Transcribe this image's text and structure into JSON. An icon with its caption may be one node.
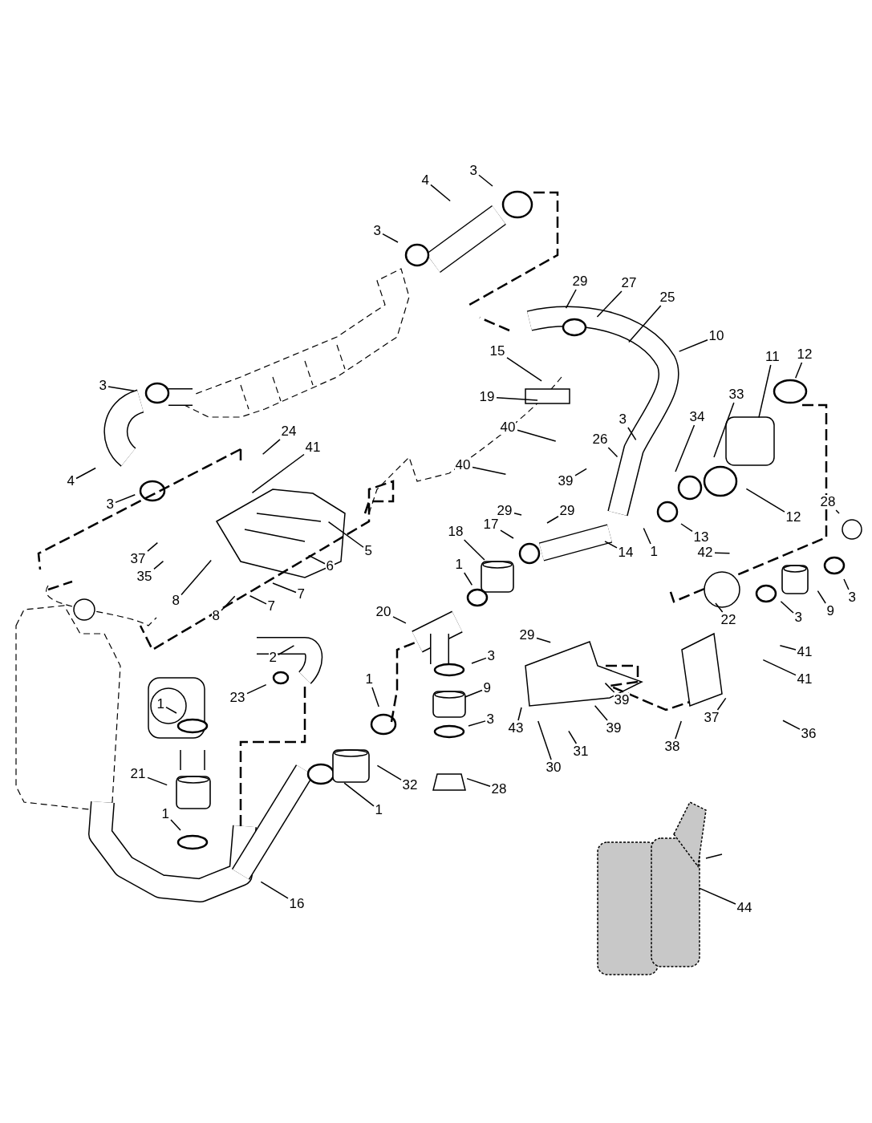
{
  "diagram": {
    "nodes": [
      {
        "text": [
          "3"
        ]
      },
      {
        "text": [
          "4"
        ]
      },
      {
        "text": [
          "3"
        ]
      },
      {
        "text": [
          "29"
        ]
      },
      {
        "text": [
          "27"
        ]
      },
      {
        "text": [
          "25"
        ]
      },
      {
        "text": [
          "10"
        ]
      },
      {
        "text": [
          "15"
        ]
      },
      {
        "text": [
          "19"
        ]
      },
      {
        "text": [
          "3"
        ]
      },
      {
        "text": [
          "24"
        ]
      },
      {
        "text": [
          "41"
        ]
      },
      {
        "text": [
          "40"
        ]
      },
      {
        "text": [
          "40"
        ]
      },
      {
        "text": [
          "39"
        ]
      },
      {
        "text": [
          "3"
        ]
      },
      {
        "text": [
          "26"
        ]
      },
      {
        "text": [
          "34"
        ]
      },
      {
        "text": [
          "33"
        ]
      },
      {
        "text": [
          "11"
        ]
      },
      {
        "text": [
          "12"
        ]
      },
      {
        "text": [
          "28"
        ]
      },
      {
        "text": [
          "4"
        ]
      },
      {
        "text": [
          "3"
        ]
      },
      {
        "text": [
          "37"
        ]
      },
      {
        "text": [
          "35"
        ]
      },
      {
        "text": [
          "8"
        ]
      },
      {
        "text": [
          "5"
        ]
      },
      {
        "text": [
          "6"
        ]
      },
      {
        "text": [
          "8"
        ]
      },
      {
        "text": [
          "7"
        ]
      },
      {
        "text": [
          "7"
        ]
      },
      {
        "text": [
          "13"
        ]
      },
      {
        "text": [
          "1"
        ]
      },
      {
        "text": [
          "14"
        ]
      },
      {
        "text": [
          "29"
        ]
      },
      {
        "text": [
          "29"
        ]
      },
      {
        "text": [
          "18"
        ]
      },
      {
        "text": [
          "17"
        ]
      },
      {
        "text": [
          "1"
        ]
      },
      {
        "text": [
          "42"
        ]
      },
      {
        "text": [
          "12"
        ]
      },
      {
        "text": [
          "22"
        ]
      },
      {
        "text": [
          "3"
        ]
      },
      {
        "text": [
          "9"
        ]
      },
      {
        "text": [
          "3"
        ]
      },
      {
        "text": [
          "20"
        ]
      },
      {
        "text": [
          "29"
        ]
      },
      {
        "text": [
          "41"
        ]
      },
      {
        "text": [
          "41"
        ]
      },
      {
        "text": [
          "2"
        ]
      },
      {
        "text": [
          "23"
        ]
      },
      {
        "text": [
          "3"
        ]
      },
      {
        "text": [
          "9"
        ]
      },
      {
        "text": [
          "3"
        ]
      },
      {
        "text": [
          "1"
        ]
      },
      {
        "text": [
          "39"
        ]
      },
      {
        "text": [
          "39"
        ]
      },
      {
        "text": [
          "43"
        ]
      },
      {
        "text": [
          "31"
        ]
      },
      {
        "text": [
          "30"
        ]
      },
      {
        "text": [
          "38"
        ]
      },
      {
        "text": [
          "37"
        ]
      },
      {
        "text": [
          "36"
        ]
      },
      {
        "text": [
          "1"
        ]
      },
      {
        "text": [
          "21"
        ]
      },
      {
        "text": [
          "1"
        ]
      },
      {
        "text": [
          "32"
        ]
      },
      {
        "text": [
          "28"
        ]
      },
      {
        "text": [
          "1"
        ]
      },
      {
        "text": [
          "16"
        ]
      },
      {
        "text": [
          "44"
        ]
      }
    ],
    "edges": [
      {
        "from": 0,
        "to": null,
        "arrow": "none"
      },
      {
        "from": 1,
        "to": null,
        "arrow": "none"
      },
      {
        "from": 2,
        "to": null,
        "arrow": "none"
      },
      {
        "from": 3,
        "to": null,
        "arrow": "none"
      },
      {
        "from": 4,
        "to": null,
        "arrow": "none"
      },
      {
        "from": 5,
        "to": null,
        "arrow": "none"
      },
      {
        "from": 6,
        "to": null,
        "arrow": "none"
      },
      {
        "from": 7,
        "to": null,
        "arrow": "none"
      },
      {
        "from": 8,
        "to": null,
        "arrow": "none"
      },
      {
        "from": 9,
        "to": null,
        "arrow": "none"
      },
      {
        "from": 10,
        "to": null,
        "arrow": "none"
      },
      {
        "from": 11,
        "to": null,
        "arrow": "none"
      },
      {
        "from": 12,
        "to": null,
        "arrow": "none"
      },
      {
        "from": 13,
        "to": null,
        "arrow": "none"
      },
      {
        "from": 14,
        "to": null,
        "arrow": "none"
      },
      {
        "from": 15,
        "to": null,
        "arrow": "none"
      },
      {
        "from": 16,
        "to": null,
        "arrow": "none"
      },
      {
        "from": 17,
        "to": null,
        "arrow": "none"
      },
      {
        "from": 18,
        "to": null,
        "arrow": "none"
      },
      {
        "from": 19,
        "to": null,
        "arrow": "none"
      },
      {
        "from": 20,
        "to": null,
        "arrow": "none"
      },
      {
        "from": 21,
        "to": null,
        "arrow": "none"
      },
      {
        "from": 22,
        "to": null,
        "arrow": "none"
      },
      {
        "from": 23,
        "to": null,
        "arrow": "none"
      },
      {
        "from": 24,
        "to": null,
        "arrow": "none"
      },
      {
        "from": 25,
        "to": null,
        "arrow": "none"
      },
      {
        "from": 26,
        "to": null,
        "arrow": "none"
      },
      {
        "from": 27,
        "to": null,
        "arrow": "none"
      },
      {
        "from": 28,
        "to": null,
        "arrow": "none"
      },
      {
        "from": 29,
        "to": null,
        "arrow": "none"
      },
      {
        "from": 30,
        "to": null,
        "arrow": "none"
      },
      {
        "from": 31,
        "to": null,
        "arrow": "none"
      },
      {
        "from": 32,
        "to": null,
        "arrow": "none"
      },
      {
        "from": 33,
        "to": null,
        "arrow": "none"
      },
      {
        "from": 34,
        "to": null,
        "arrow": "none"
      },
      {
        "from": 35,
        "to": null,
        "arrow": "none"
      },
      {
        "from": 36,
        "to": null,
        "arrow": "none"
      },
      {
        "from": 37,
        "to": null,
        "arrow": "none"
      },
      {
        "from": 38,
        "to": null,
        "arrow": "none"
      },
      {
        "from": 39,
        "to": null,
        "arrow": "none"
      },
      {
        "from": 40,
        "to": null,
        "arrow": "none"
      },
      {
        "from": 41,
        "to": null,
        "arrow": "none"
      },
      {
        "from": 42,
        "to": null,
        "arrow": "none"
      },
      {
        "from": 43,
        "to": null,
        "arrow": "none"
      },
      {
        "from": 44,
        "to": null,
        "arrow": "none"
      },
      {
        "from": 45,
        "to": null,
        "arrow": "none"
      },
      {
        "from": 46,
        "to": null,
        "arrow": "none"
      },
      {
        "from": 47,
        "to": null,
        "arrow": "none"
      },
      {
        "from": 48,
        "to": null,
        "arrow": "none"
      },
      {
        "from": 49,
        "to": null,
        "arrow": "none"
      },
      {
        "from": 50,
        "to": null,
        "arrow": "none"
      },
      {
        "from": 51,
        "to": null,
        "arrow": "none"
      },
      {
        "from": 52,
        "to": null,
        "arrow": "none"
      },
      {
        "from": 53,
        "to": null,
        "arrow": "none"
      },
      {
        "from": 54,
        "to": null,
        "arrow": "none"
      },
      {
        "from": 55,
        "to": null,
        "arrow": "none"
      },
      {
        "from": 56,
        "to": null,
        "arrow": "none"
      },
      {
        "from": 57,
        "to": null,
        "arrow": "none"
      },
      {
        "from": 58,
        "to": null,
        "arrow": "none"
      },
      {
        "from": 59,
        "to": null,
        "arrow": "none"
      },
      {
        "from": 60,
        "to": null,
        "arrow": "none"
      },
      {
        "from": 61,
        "to": null,
        "arrow": "none"
      },
      {
        "from": 62,
        "to": null,
        "arrow": "none"
      },
      {
        "from": 63,
        "to": null,
        "arrow": "none"
      },
      {
        "from": 64,
        "to": null,
        "arrow": "none"
      },
      {
        "from": 65,
        "to": null,
        "arrow": "none"
      },
      {
        "from": 66,
        "to": null,
        "arrow": "none"
      },
      {
        "from": 67,
        "to": null,
        "arrow": "none"
      },
      {
        "from": 68,
        "to": null,
        "arrow": "none"
      },
      {
        "from": 69,
        "to": null,
        "arrow": "none"
      },
      {
        "from": 70,
        "to": null,
        "arrow": "none"
      },
      {
        "from": 71,
        "to": null,
        "arrow": "none"
      }
    ]
  }
}
